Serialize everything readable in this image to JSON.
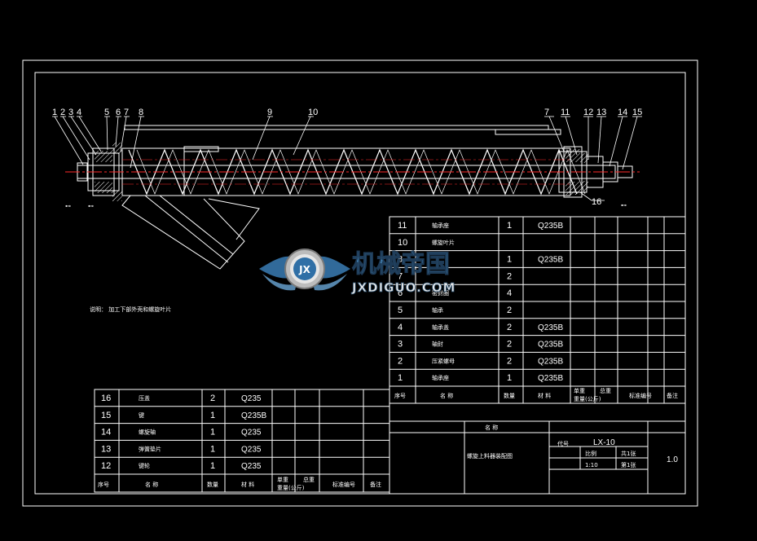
{
  "leaders_left": [
    "1",
    "2",
    "3",
    "4",
    "5",
    "6",
    "7",
    "8",
    "9",
    "10"
  ],
  "leaders_right": [
    "7",
    "11",
    "12",
    "13",
    "14",
    "15"
  ],
  "leader_16": "16",
  "note": "说明：  加工下部外壳和螺旋叶片",
  "right_parts": [
    {
      "no": "11",
      "name": "轴承座",
      "qty": "1",
      "mat": "Q235B"
    },
    {
      "no": "10",
      "name": "螺旋叶片",
      "qty": "",
      "mat": ""
    },
    {
      "no": "8",
      "name": "",
      "qty": "1",
      "mat": "Q235B"
    },
    {
      "no": "7",
      "name": "",
      "qty": "2",
      "mat": ""
    },
    {
      "no": "6",
      "name": "密封圈",
      "qty": "4",
      "mat": ""
    },
    {
      "no": "5",
      "name": "轴承",
      "qty": "2",
      "mat": ""
    },
    {
      "no": "4",
      "name": "轴承盖",
      "qty": "2",
      "mat": "Q235B"
    },
    {
      "no": "3",
      "name": "轴封",
      "qty": "2",
      "mat": "Q235B"
    },
    {
      "no": "2",
      "name": "压紧螺母",
      "qty": "2",
      "mat": "Q235B"
    },
    {
      "no": "1",
      "name": "轴承座",
      "qty": "1",
      "mat": "Q235B"
    }
  ],
  "left_parts": [
    {
      "no": "16",
      "name": "压盖",
      "qty": "2",
      "mat": "Q235"
    },
    {
      "no": "15",
      "name": "键",
      "qty": "1",
      "mat": "Q235B"
    },
    {
      "no": "14",
      "name": "螺旋轴",
      "qty": "1",
      "mat": "Q235"
    },
    {
      "no": "13",
      "name": "弹簧垫片",
      "qty": "1",
      "mat": "Q235"
    },
    {
      "no": "12",
      "name": "键轮",
      "qty": "1",
      "mat": "Q235"
    }
  ],
  "header": {
    "no": "序号",
    "name": "名    称",
    "qty": "数量",
    "mat": "材  料",
    "unit": "单重",
    "total": "总重",
    "weight": "重量(公斤)",
    "std": "标准编号",
    "remark": "备注"
  },
  "right_header": {
    "no": "序号",
    "name": "名    称",
    "qty": "数量",
    "mat": "材  料",
    "unit": "单重",
    "total": "总重",
    "weight": "重量(公斤)",
    "std": "标准编号",
    "remark": "备注"
  },
  "title_block": {
    "name_label": "名    称",
    "name": "螺旋上料器装配图",
    "code_label": "代号",
    "code": "LX-10",
    "scale_label": "比例",
    "scale": "1:10",
    "sheets_label": "共1张",
    "sheet_label": "第1张",
    "version": "1.0"
  },
  "watermark": {
    "cn": "机械帝国",
    "en": "JXDIGUO.COM",
    "badge": "JX"
  },
  "colors": {
    "bg": "#000000",
    "line": "#ffffff",
    "centerline": "#ff0000",
    "hatch": "#ffffff",
    "watermark_blue": "#4a8fc4",
    "watermark_dark": "#2b4f6e"
  }
}
